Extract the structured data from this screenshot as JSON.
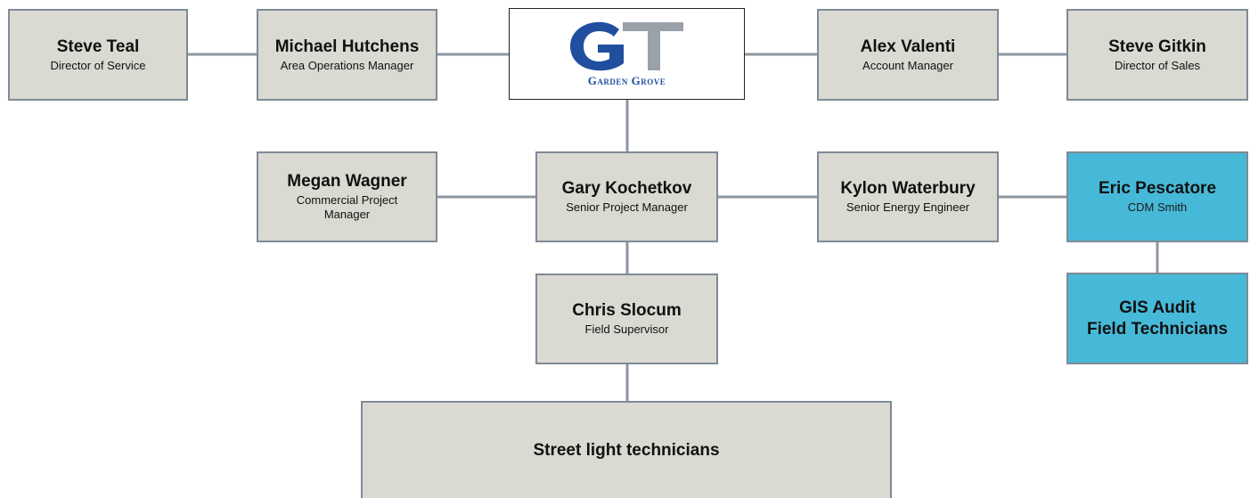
{
  "colors": {
    "box_fill": "#dad9d2",
    "box_border": "#7f8a96",
    "highlight_fill": "#47b9d8",
    "connector": "#8c96a0",
    "logo_blue": "#1f4f9e",
    "logo_grey": "#9aa1a8"
  },
  "logo": {
    "icon": "garden-grove-g-logo-icon",
    "text": "Garden Grove"
  },
  "nodes": {
    "steve_teal": {
      "name": "Steve Teal",
      "role": "Director of Service"
    },
    "michael_hutchens": {
      "name": "Michael Hutchens",
      "role": "Area Operations Manager"
    },
    "alex_valenti": {
      "name": "Alex Valenti",
      "role": "Account Manager"
    },
    "steve_gitkin": {
      "name": "Steve Gitkin",
      "role": "Director of Sales"
    },
    "megan_wagner": {
      "name": "Megan Wagner",
      "role": "Commercial Project\nManager"
    },
    "gary_kochetkov": {
      "name": "Gary Kochetkov",
      "role": "Senior Project Manager"
    },
    "kylon_waterbury": {
      "name": "Kylon Waterbury",
      "role": "Senior Energy Engineer"
    },
    "eric_pescatore": {
      "name": "Eric Pescatore",
      "role": "CDM Smith"
    },
    "chris_slocum": {
      "name": "Chris Slocum",
      "role": "Field Supervisor"
    },
    "gis_audit": {
      "label": "GIS Audit\nField Technicians"
    },
    "street_light": {
      "label": "Street light technicians"
    }
  }
}
